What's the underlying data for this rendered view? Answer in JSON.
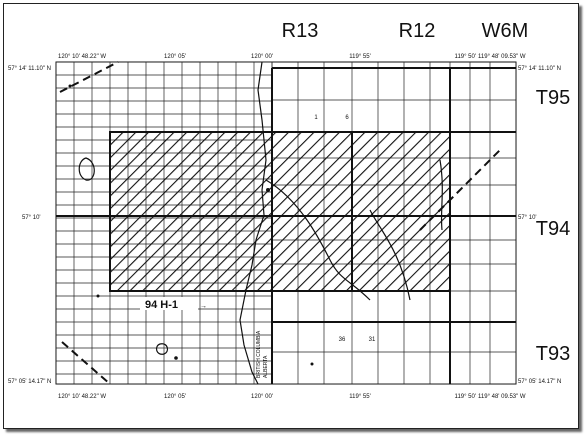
{
  "ranges": {
    "r13": "R13",
    "r12": "R12",
    "meridian": "W6M"
  },
  "townships": {
    "t95": "T95",
    "t94": "T94",
    "t93": "T93"
  },
  "coords": {
    "top_left": "120° 10' 48.22\" W",
    "top_05": "120° 05'",
    "top_00": "120° 00'",
    "top_55": "119° 55'",
    "top_right": "119° 50'",
    "top_right2": "119° 48' 09.53\" W",
    "lat_top_left": "57° 14' 11.10\" N",
    "lat_top_right": "57° 14' 11.10\" N",
    "lat_mid_left": "57° 10'",
    "lat_mid_right": "57° 10'",
    "lat_bot_left": "57° 05' 14.17\" N",
    "lat_bot_right": "57° 05' 14.17\" N",
    "bot_left": "120° 10' 48.22\" W",
    "bot_05": "120° 05'",
    "bot_00": "120° 00'",
    "bot_55": "119° 55'",
    "bot_right": "119° 50'",
    "bot_right2": "119° 48' 09.53\" W"
  },
  "labels": {
    "map_ref": "94 H-1",
    "sec_1": "1",
    "sec_6": "6",
    "sec_36": "36",
    "sec_31": "31",
    "border_bc": "BRITISH COLUMBIA",
    "border_ab": "ALBERTA"
  }
}
